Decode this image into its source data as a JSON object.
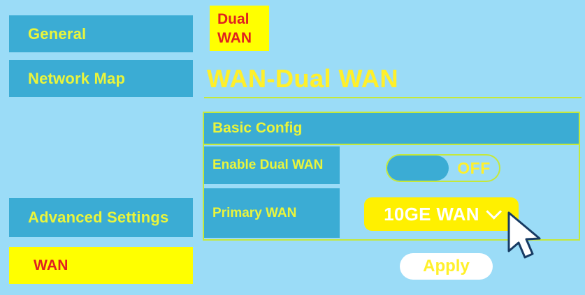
{
  "colors": {
    "background": "#9BDCF7",
    "panel_teal": "#3BACD4",
    "accent_yellow": "#FFF000",
    "label_yellow": "#EAF53B",
    "border_lime": "#C5E83A",
    "alert_red": "#E02020",
    "white": "#FFFFFF"
  },
  "sidebar": {
    "items": [
      {
        "label": "General",
        "state": "normal"
      },
      {
        "label": "Network Map",
        "state": "normal"
      },
      {
        "label": "Advanced Settings",
        "state": "normal"
      },
      {
        "label": "WAN",
        "state": "active"
      }
    ]
  },
  "badge": {
    "line1": "Dual",
    "line2": "WAN"
  },
  "header": {
    "title": "WAN-Dual WAN"
  },
  "panel": {
    "section_title": "Basic Config",
    "rows": [
      {
        "label": "Enable Dual WAN",
        "control": "toggle",
        "state": "OFF"
      },
      {
        "label": "Primary WAN",
        "control": "dropdown",
        "selected": "10GE WAN",
        "chevron_icon": "chevron-down-icon"
      }
    ]
  },
  "actions": {
    "apply_label": "Apply"
  },
  "pointer": {
    "icon": "mouse-arrow-cursor"
  }
}
